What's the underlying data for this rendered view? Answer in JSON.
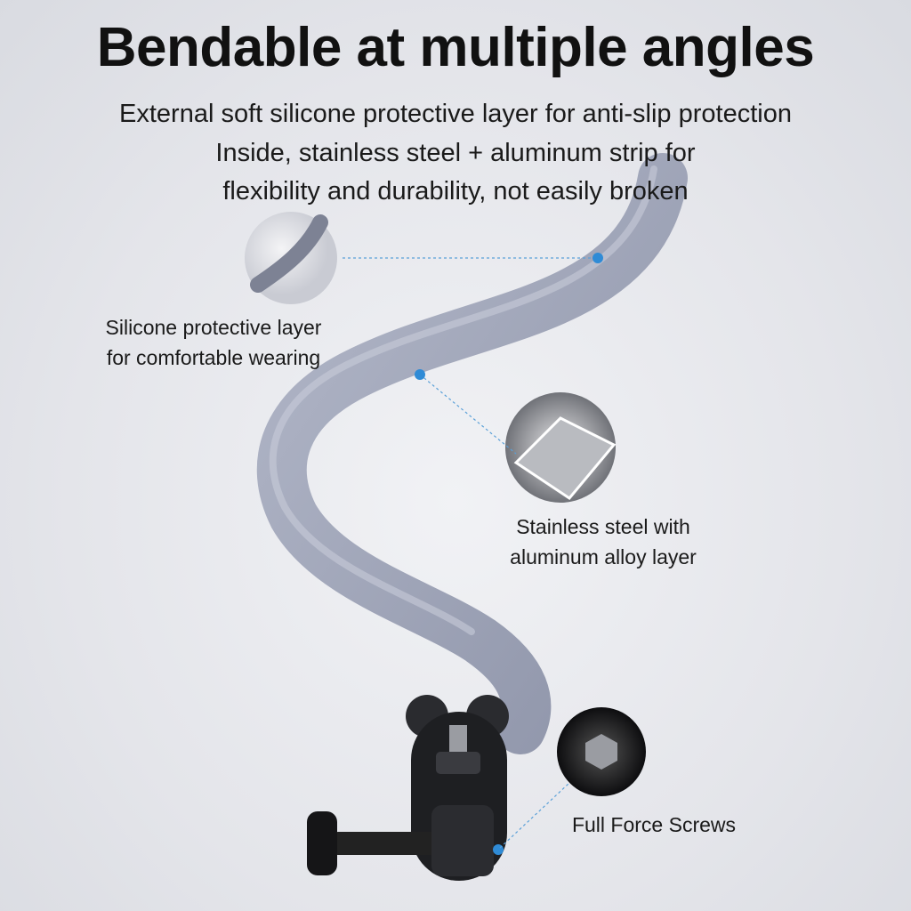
{
  "header": {
    "title": "Bendable at multiple angles",
    "lines": [
      "External soft silicone protective layer for anti-slip protection",
      "Inside, stainless steel + aluminum strip for",
      "flexibility and durability, not easily broken"
    ]
  },
  "callouts": [
    {
      "line1": "Silicone protective layer",
      "line2": "for comfortable wearing"
    },
    {
      "line1": "Stainless steel with",
      "line2": "aluminum alloy layer"
    },
    {
      "line1": "Full Force Screws"
    }
  ],
  "colors": {
    "accent_dot": "#2f8bd6",
    "tube": "#9ea4b8",
    "mount": "#1e1f22"
  }
}
